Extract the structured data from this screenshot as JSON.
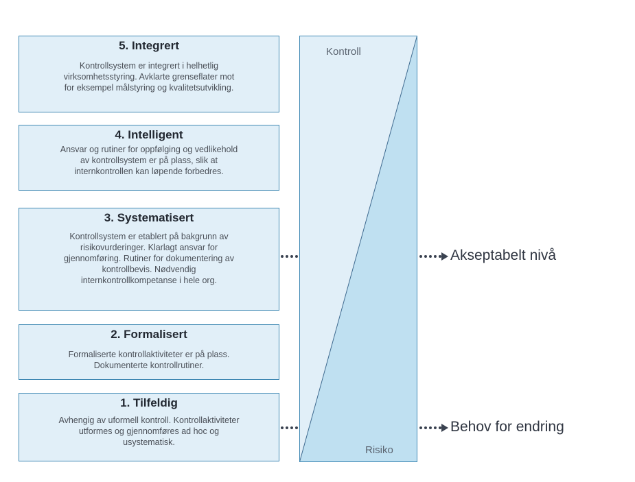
{
  "levels": [
    {
      "title": "5. Integrert",
      "desc": [
        "Kontrollsystem er integrert i helhetlig",
        "virksomhetsstyring. Avklarte grenseflater mot",
        "for eksempel målstyring og kvalitetsutvikling."
      ]
    },
    {
      "title": "4. Intelligent",
      "desc": [
        "Ansvar og rutiner for oppfølging og vedlikehold",
        "av kontrollsystem er på plass, slik at",
        "internkontrollen kan løpende forbedres."
      ]
    },
    {
      "title": "3. Systematisert",
      "desc": [
        "Kontrollsystem er etablert på bakgrunn av",
        "risikovurderinger. Klarlagt ansvar for",
        "gjennomføring. Rutiner for dokumentering av",
        "kontrollbevis. Nødvendig",
        "internkontrollkompetanse i hele org."
      ]
    },
    {
      "title": "2. Formalisert",
      "desc": [
        "Formaliserte kontrollaktiviteter er på plass.",
        "Dokumenterte kontrollrutiner."
      ]
    },
    {
      "title": "1. Tilfeldig",
      "desc": [
        "Avhengig av uformell kontroll. Kontrollaktiviteter",
        "utformes og gjennomføres ad hoc og",
        "usystematisk."
      ]
    }
  ],
  "panel": {
    "top_label": "Kontroll",
    "bottom_label": "Risiko"
  },
  "outcomes": {
    "acceptable": "Akseptabelt nivå",
    "change": "Behov for endring"
  },
  "colors": {
    "box_fill": "#e1eff8",
    "box_border": "#3f88b3",
    "risk_fill": "#bfe0f1",
    "arrow": "#3a4250"
  }
}
